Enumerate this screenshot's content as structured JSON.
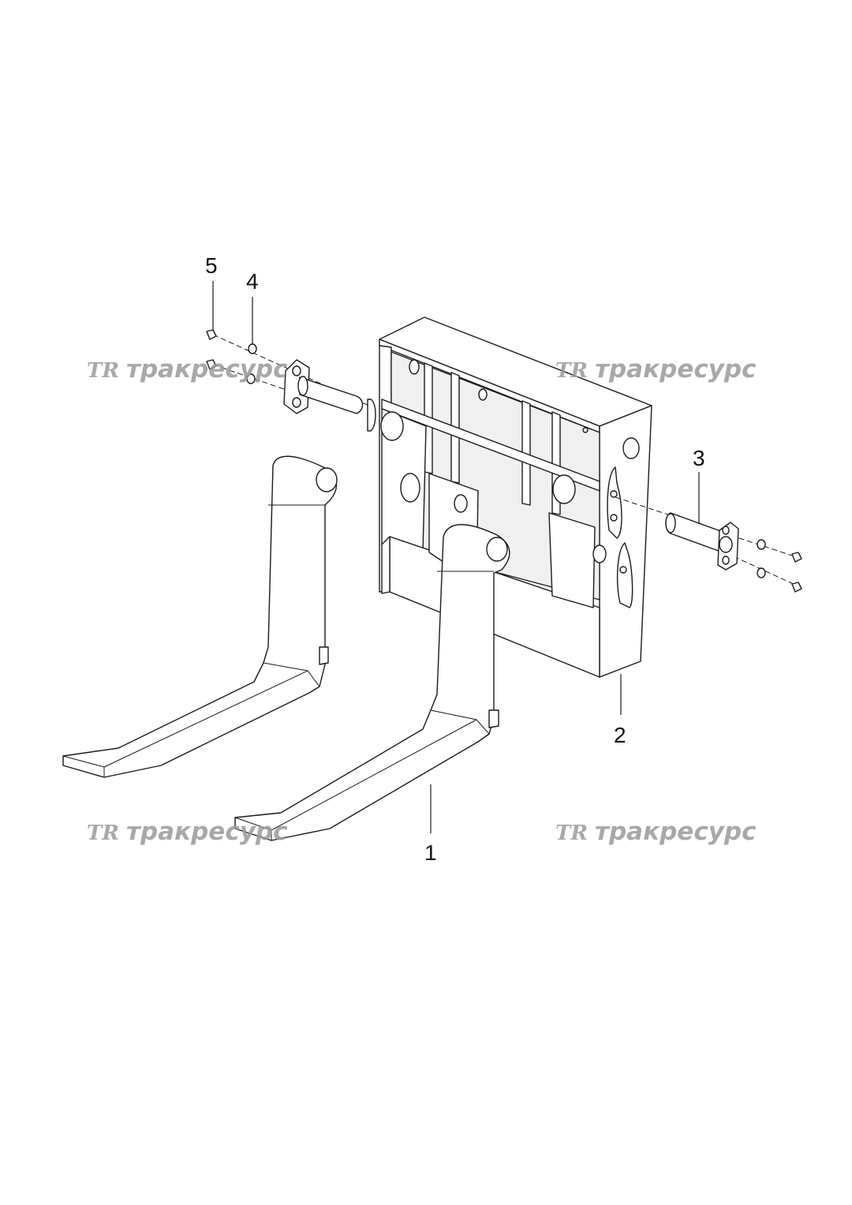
{
  "callouts": [
    "1",
    "2",
    "3",
    "4",
    "5"
  ],
  "watermark": {
    "logo": "TR",
    "text": "тракресурс"
  }
}
